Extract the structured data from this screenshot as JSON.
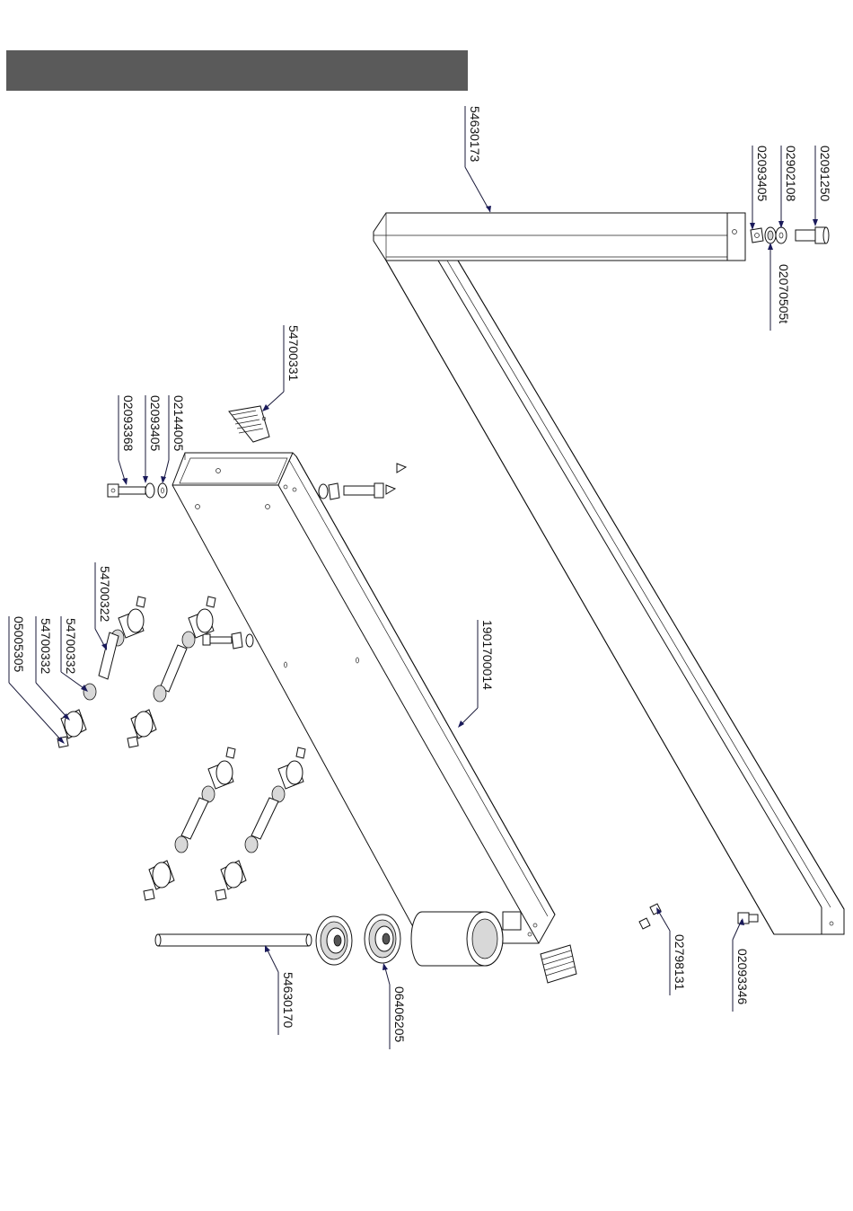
{
  "header": {
    "title": ""
  },
  "colors": {
    "header_bar": "#5a5a5a",
    "line": "#111111",
    "leader": "#1a1a3a"
  },
  "part_numbers": {
    "frame_top_tube": "54630173",
    "bolt_top": "02091250",
    "washer_top": "02902108",
    "nut_top": "02093405",
    "washer_flange_top": "02070505t",
    "brush_top": "54700331",
    "bolt_left": "02093368",
    "nut_left": "02093405",
    "washer_left": "02144005",
    "roller_sleeve": "54700322",
    "roller_bushing": "54700332",
    "roller_screw": "05005305",
    "main_frame": "1901700014",
    "axle": "54630170",
    "bearing": "06406205",
    "screw_small": "02798131",
    "bolt_bottom": "02093346"
  }
}
